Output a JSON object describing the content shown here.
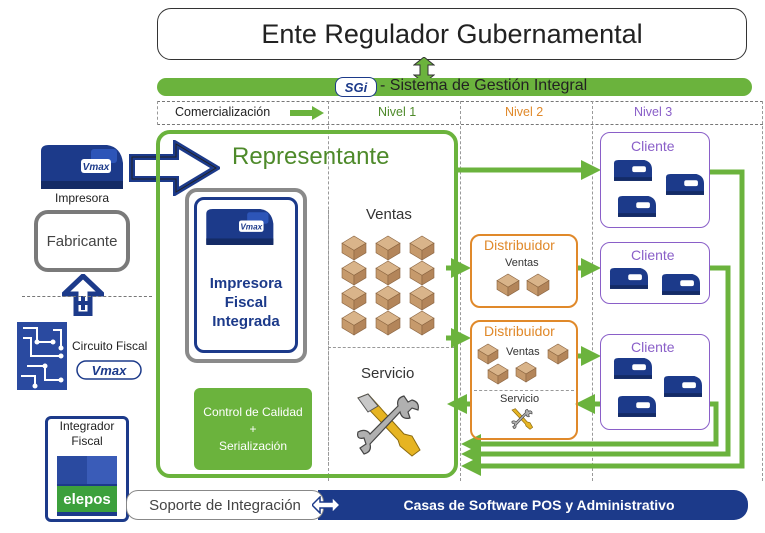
{
  "header": {
    "regulator": "Ente Regulador Gubernamental",
    "sgi_badge": "SGi",
    "sgi_title": "- Sistema de Gestión Integral"
  },
  "levels": {
    "commercialization": "Comercialización",
    "nivel1": "Nivel 1",
    "nivel2": "Nivel 2",
    "nivel3": "Nivel 3"
  },
  "left": {
    "printer_label": "Impresora",
    "manufacturer": "Fabricante",
    "circuit_label": "Circuito Fiscal",
    "integrator_label": "Integrador Fiscal",
    "elepos_logo": "elepos",
    "vmax_logo": "Vmax"
  },
  "representante": {
    "title": "Representante",
    "printer_line1": "Impresora",
    "printer_line2": "Fiscal",
    "printer_line3": "Integrada",
    "sales": "Ventas",
    "service": "Servicio",
    "quality_line1": "Control de Calidad",
    "quality_line2": "+",
    "quality_line3": "Serialización"
  },
  "distributors": [
    {
      "title": "Distribuidor",
      "sales": "Ventas"
    },
    {
      "title": "Distribuidor",
      "sales": "Ventas",
      "service": "Servicio"
    }
  ],
  "clients": [
    "Cliente",
    "Cliente",
    "Cliente"
  ],
  "footer": {
    "support": "Soporte de Integración",
    "software": "Casas de Software POS y Administrativo"
  },
  "colors": {
    "green": "#6bb33d",
    "dark_green": "#4e8a2a",
    "navy": "#1c3a8a",
    "orange": "#e0892a",
    "purple": "#8a5fc8",
    "gray": "#7a7a7a"
  }
}
